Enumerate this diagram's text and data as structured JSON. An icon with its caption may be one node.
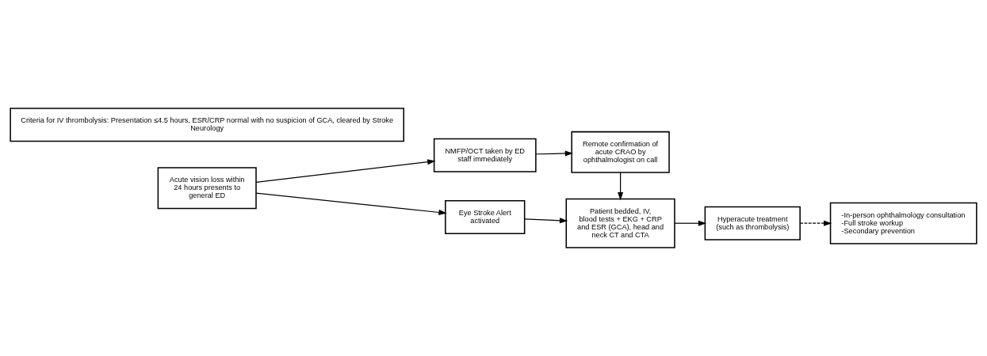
{
  "diagram": {
    "nodes": [
      {
        "text": [
          "Acute vision loss within 24 hours presents to general ED"
        ]
      },
      {
        "text": [
          "NMFP/OCT taken by ED staff immediately"
        ]
      },
      {
        "text": [
          "Remote confirmation of acute CRAO by ophthalmologist on call"
        ]
      },
      {
        "text": [
          "Eye Stroke Alert activated"
        ]
      },
      {
        "text": [
          "Patient bedded, IV, blood tests + EKG + CRP and ESR (GCA), head and neck CT and CTA"
        ]
      },
      {
        "text": [
          "Hyperacute treatment (such as thrombolysis)"
        ]
      },
      {
        "text": [
          "-In-person ophthalmology consultation",
          "-Full stroke workup",
          "-Secondary prevention"
        ]
      },
      {
        "text": [
          "Criteria for IV thrombolysis: Presentation ≤4.5 hours, ESR/CRP normal with no suspicion of GCA, cleared by Stroke Neurology"
        ]
      }
    ],
    "edges": [
      {
        "from": 0,
        "to": 1,
        "arrow": "to"
      },
      {
        "from": 1,
        "to": 2,
        "arrow": "to"
      },
      {
        "from": 2,
        "to": 4,
        "arrow": "to"
      },
      {
        "from": 0,
        "to": 3,
        "arrow": "to"
      },
      {
        "from": 3,
        "to": 4,
        "arrow": "to"
      },
      {
        "from": 4,
        "to": 5,
        "arrow": "to"
      },
      {
        "from": 5,
        "to": 6,
        "arrow": "to",
        "style": "dashed"
      }
    ]
  }
}
